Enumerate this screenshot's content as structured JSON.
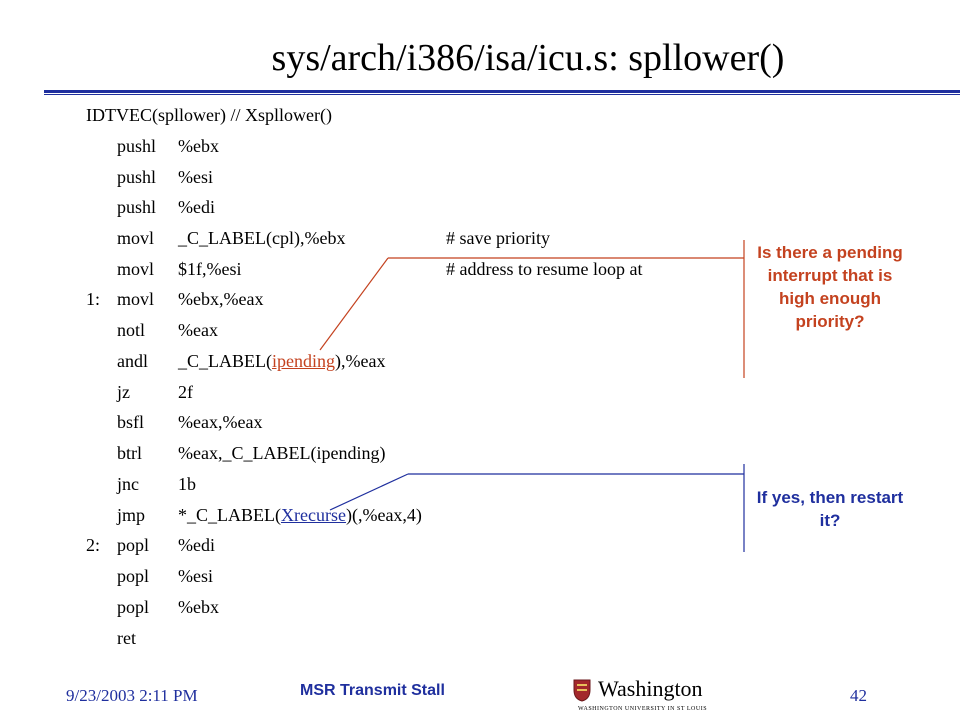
{
  "slide": {
    "title": "sys/arch/i386/isa/icu.s: spllower()",
    "code_lines": [
      {
        "label": "",
        "op": "IDTVEC(spllower)   // Xspllower()",
        "arg": "",
        "arg_pre": "",
        "arg_hl": "",
        "arg_post": "",
        "comment": ""
      },
      {
        "label": "",
        "op": "pushl",
        "arg": "%ebx",
        "comment": ""
      },
      {
        "label": "",
        "op": "pushl",
        "arg": "%esi",
        "comment": ""
      },
      {
        "label": "",
        "op": "pushl",
        "arg": "%edi",
        "comment": ""
      },
      {
        "label": "",
        "op": "movl",
        "arg": "_C_LABEL(cpl),%ebx",
        "comment": "# save priority"
      },
      {
        "label": "",
        "op": "movl",
        "arg": "$1f,%esi",
        "comment": "# address to resume loop at"
      },
      {
        "label": "1:",
        "op": "movl",
        "arg": "%ebx,%eax",
        "comment": ""
      },
      {
        "label": "",
        "op": "notl",
        "arg": "%eax",
        "comment": ""
      },
      {
        "label": "",
        "op": "andl",
        "arg_pre": "_C_LABEL(",
        "arg_hl": "ipending",
        "arg_post": "),%eax",
        "comment": ""
      },
      {
        "label": "",
        "op": "jz",
        "arg": "2f",
        "comment": ""
      },
      {
        "label": "",
        "op": "bsfl",
        "arg": "%eax,%eax",
        "comment": ""
      },
      {
        "label": "",
        "op": "btrl",
        "arg": "%eax,_C_LABEL(ipending)",
        "comment": ""
      },
      {
        "label": "",
        "op": "jnc",
        "arg": "1b",
        "comment": ""
      },
      {
        "label": "",
        "op": "jmp",
        "arg_pre": "*_C_LABEL(",
        "arg_hl": "Xrecurse",
        "arg_post": ")(,%eax,4)",
        "comment": ""
      },
      {
        "label": "2:",
        "op": "popl",
        "arg": "%edi",
        "comment": ""
      },
      {
        "label": "",
        "op": "popl",
        "arg": "%esi",
        "comment": ""
      },
      {
        "label": "",
        "op": "popl",
        "arg": "%ebx",
        "comment": ""
      },
      {
        "label": "",
        "op": "ret",
        "arg": "",
        "comment": ""
      }
    ],
    "note_ipending": "Is there a pending interrupt that is high enough priority?",
    "note_xrecurse": "If yes, then restart it?"
  },
  "footer": {
    "date": "9/23/2003 2:11 PM",
    "center": "MSR Transmit Stall",
    "page": "42",
    "logo_text": "Washington",
    "logo_sub": "WASHINGTON UNIVERSITY IN ST LOUIS"
  },
  "colors": {
    "accent_blue": "#1f2f9e",
    "accent_red": "#c4421f"
  }
}
